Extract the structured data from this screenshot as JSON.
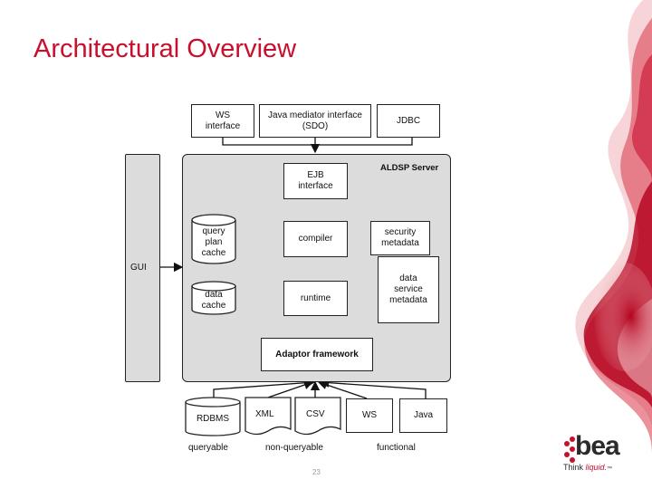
{
  "slide": {
    "title": "Architectural Overview",
    "page_number": "23"
  },
  "diagram": {
    "top_interfaces": [
      "WS\ninterface",
      "Java mediator interface\n(SDO)",
      "JDBC"
    ],
    "gui": "GUI",
    "server_label": "ALDSP Server",
    "ejb": "EJB\ninterface",
    "compiler": "compiler",
    "runtime": "runtime",
    "query_plan_cache": "query\nplan\ncache",
    "data_cache": "data\ncache",
    "security_metadata": "security\nmetadata",
    "data_service_metadata": "data\nservice\nmetadata",
    "adaptor_framework": "Adaptor framework",
    "sources": [
      "RDBMS",
      "XML",
      "CSV",
      "WS",
      "Java"
    ],
    "source_groups": [
      "queryable",
      "non-queryable",
      "functional"
    ]
  },
  "logo": {
    "word": "bea",
    "tag_prefix": "Think ",
    "tag_emphasis": "liquid.",
    "tm": "™"
  },
  "colors": {
    "title": "#c8102e",
    "smoke": "#c8102e",
    "container": "#dcdcdc"
  }
}
